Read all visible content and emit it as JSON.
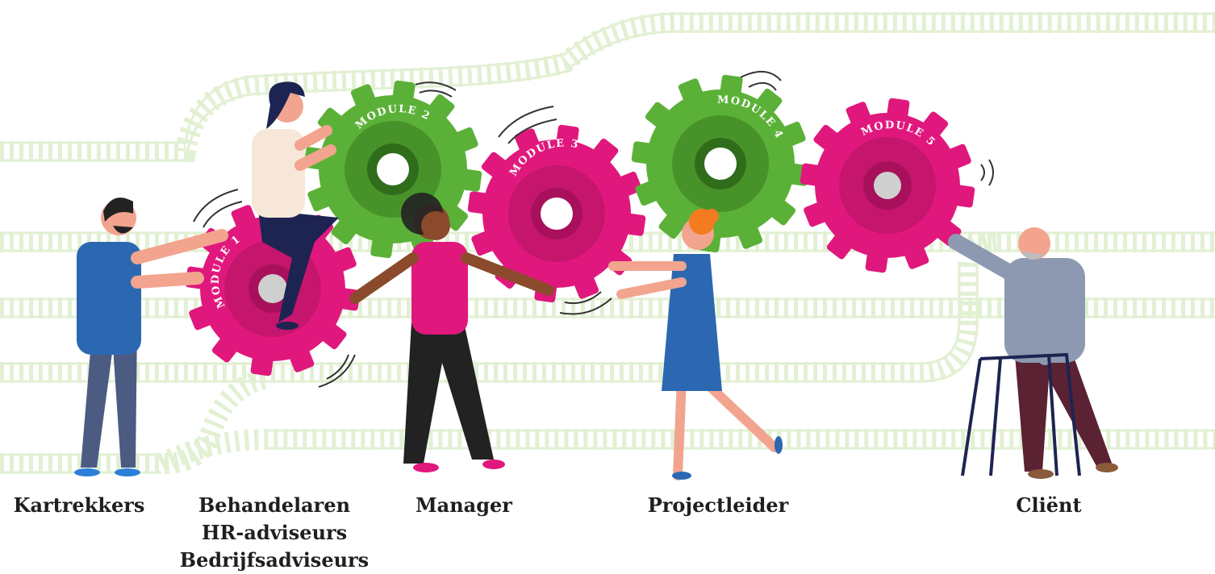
{
  "colors": {
    "track": "#e2f0d3",
    "gear_green": "#5bb138",
    "gear_magenta": "#e0187d",
    "text": "#1f1f1f"
  },
  "gears": [
    {
      "label": "MODULE 1",
      "color": "magenta"
    },
    {
      "label": "MODULE 2",
      "color": "green"
    },
    {
      "label": "MODULE 3",
      "color": "magenta"
    },
    {
      "label": "MODULE 4",
      "color": "green"
    },
    {
      "label": "MODULE 5",
      "color": "magenta"
    }
  ],
  "roles": {
    "kartrekkers": "Kartrekkers",
    "behandelaren": "Behandelaren",
    "hr_adviseurs": "HR-adviseurs",
    "bedrijfsadviseurs": "Bedrijfsadviseurs",
    "manager": "Manager",
    "projectleider": "Projectleider",
    "client": "Cliënt"
  }
}
